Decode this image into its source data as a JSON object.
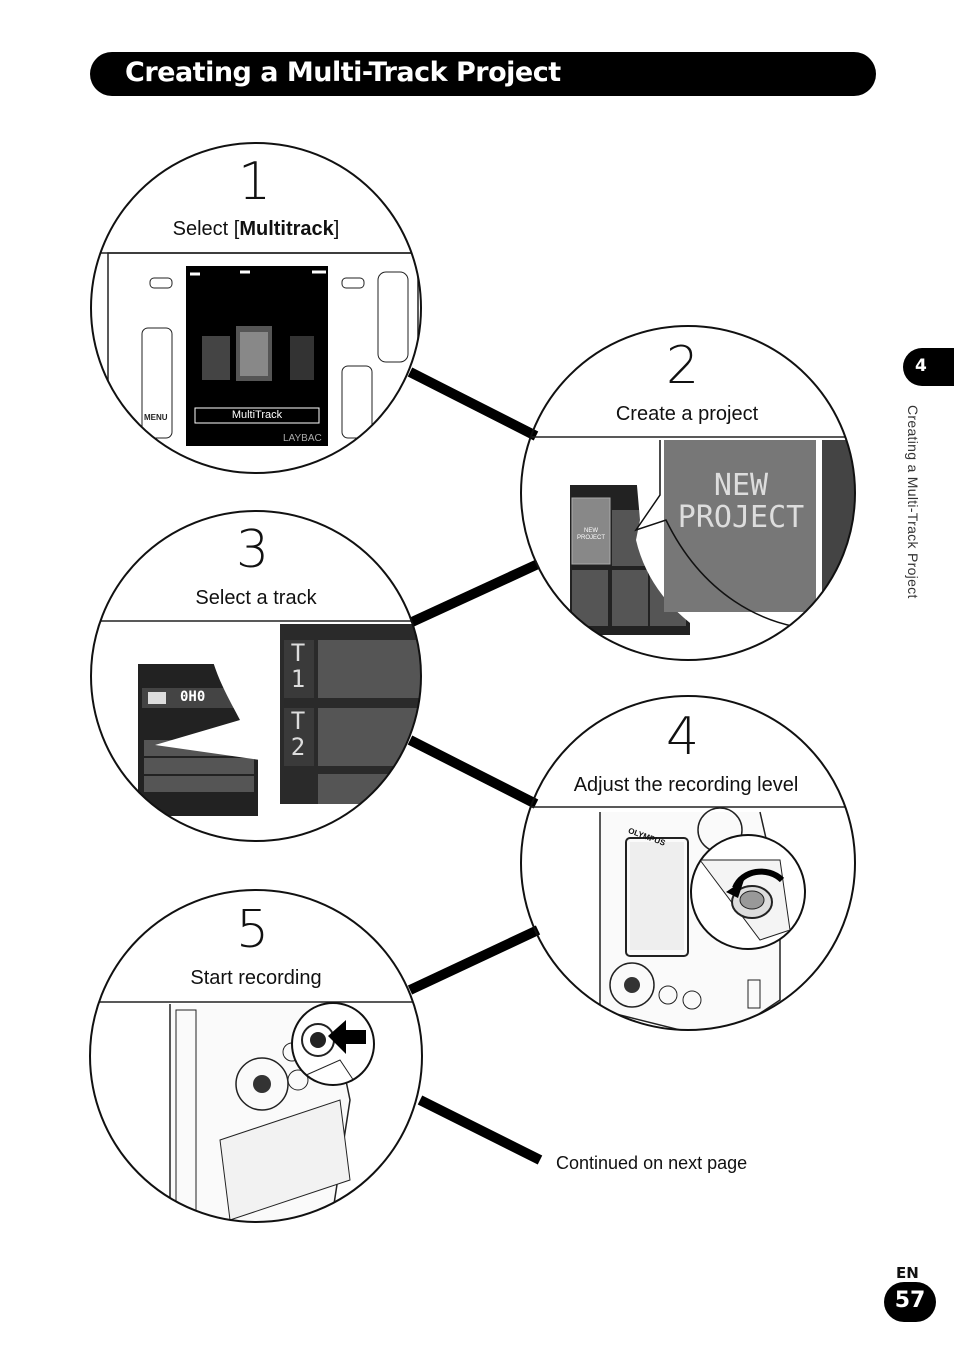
{
  "header": {
    "title": "Creating a Multi-Track Project"
  },
  "side": {
    "chapter": "4",
    "section": "Creating a Multi-Track Project"
  },
  "steps": [
    {
      "num": "1",
      "caption_pre": "Select [",
      "caption_bold": "Multitrack",
      "caption_post": "]",
      "screen": {
        "menu_label": "MultiTrack",
        "corner_text": "LAYBAC",
        "button_label": "MENU"
      }
    },
    {
      "num": "2",
      "caption": "Create a project",
      "zoom_text_1": "NEW",
      "zoom_text_2": "PROJECT",
      "small_text_1": "NEW",
      "small_text_2": "PROJECT"
    },
    {
      "num": "3",
      "caption": "Select a track",
      "track_1": "T",
      "track_1_num": "1",
      "track_2": "T",
      "track_2_num": "2",
      "counter": "0H0"
    },
    {
      "num": "4",
      "caption": "Adjust the recording level",
      "brand": "OLYMPUS"
    },
    {
      "num": "5",
      "caption": "Start recording"
    }
  ],
  "footer": {
    "continued": "Continued on next page",
    "lang": "EN",
    "page": "57"
  }
}
